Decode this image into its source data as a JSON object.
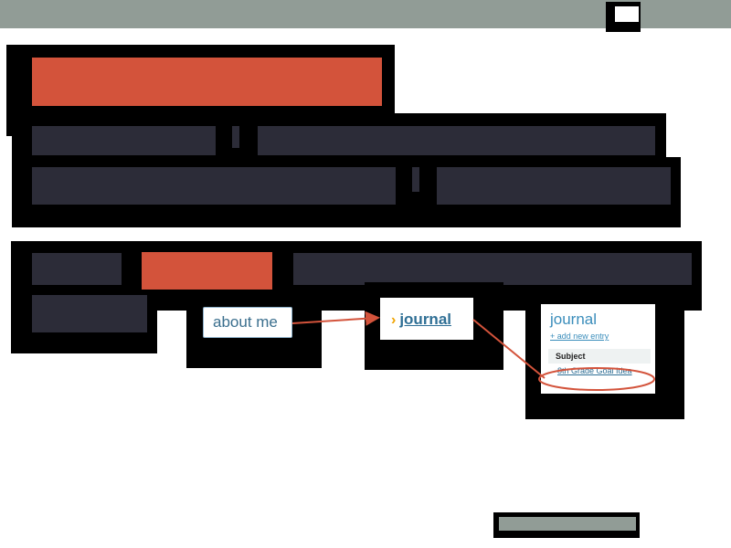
{
  "callouts": {
    "about_me": "about me",
    "journal_link": "journal",
    "journal_chevron": "›"
  },
  "journal_panel": {
    "title": "journal",
    "add_entry": "+ add new entry",
    "subject_header": "Subject",
    "entry_link": "8th Grade Goal Idea"
  },
  "colors": {
    "accent": "#d3533b",
    "dark_block": "#2c2c38",
    "topbar": "#919c96",
    "link": "#2f6f95"
  },
  "icons": {
    "chevron": "chevron-right-icon"
  }
}
